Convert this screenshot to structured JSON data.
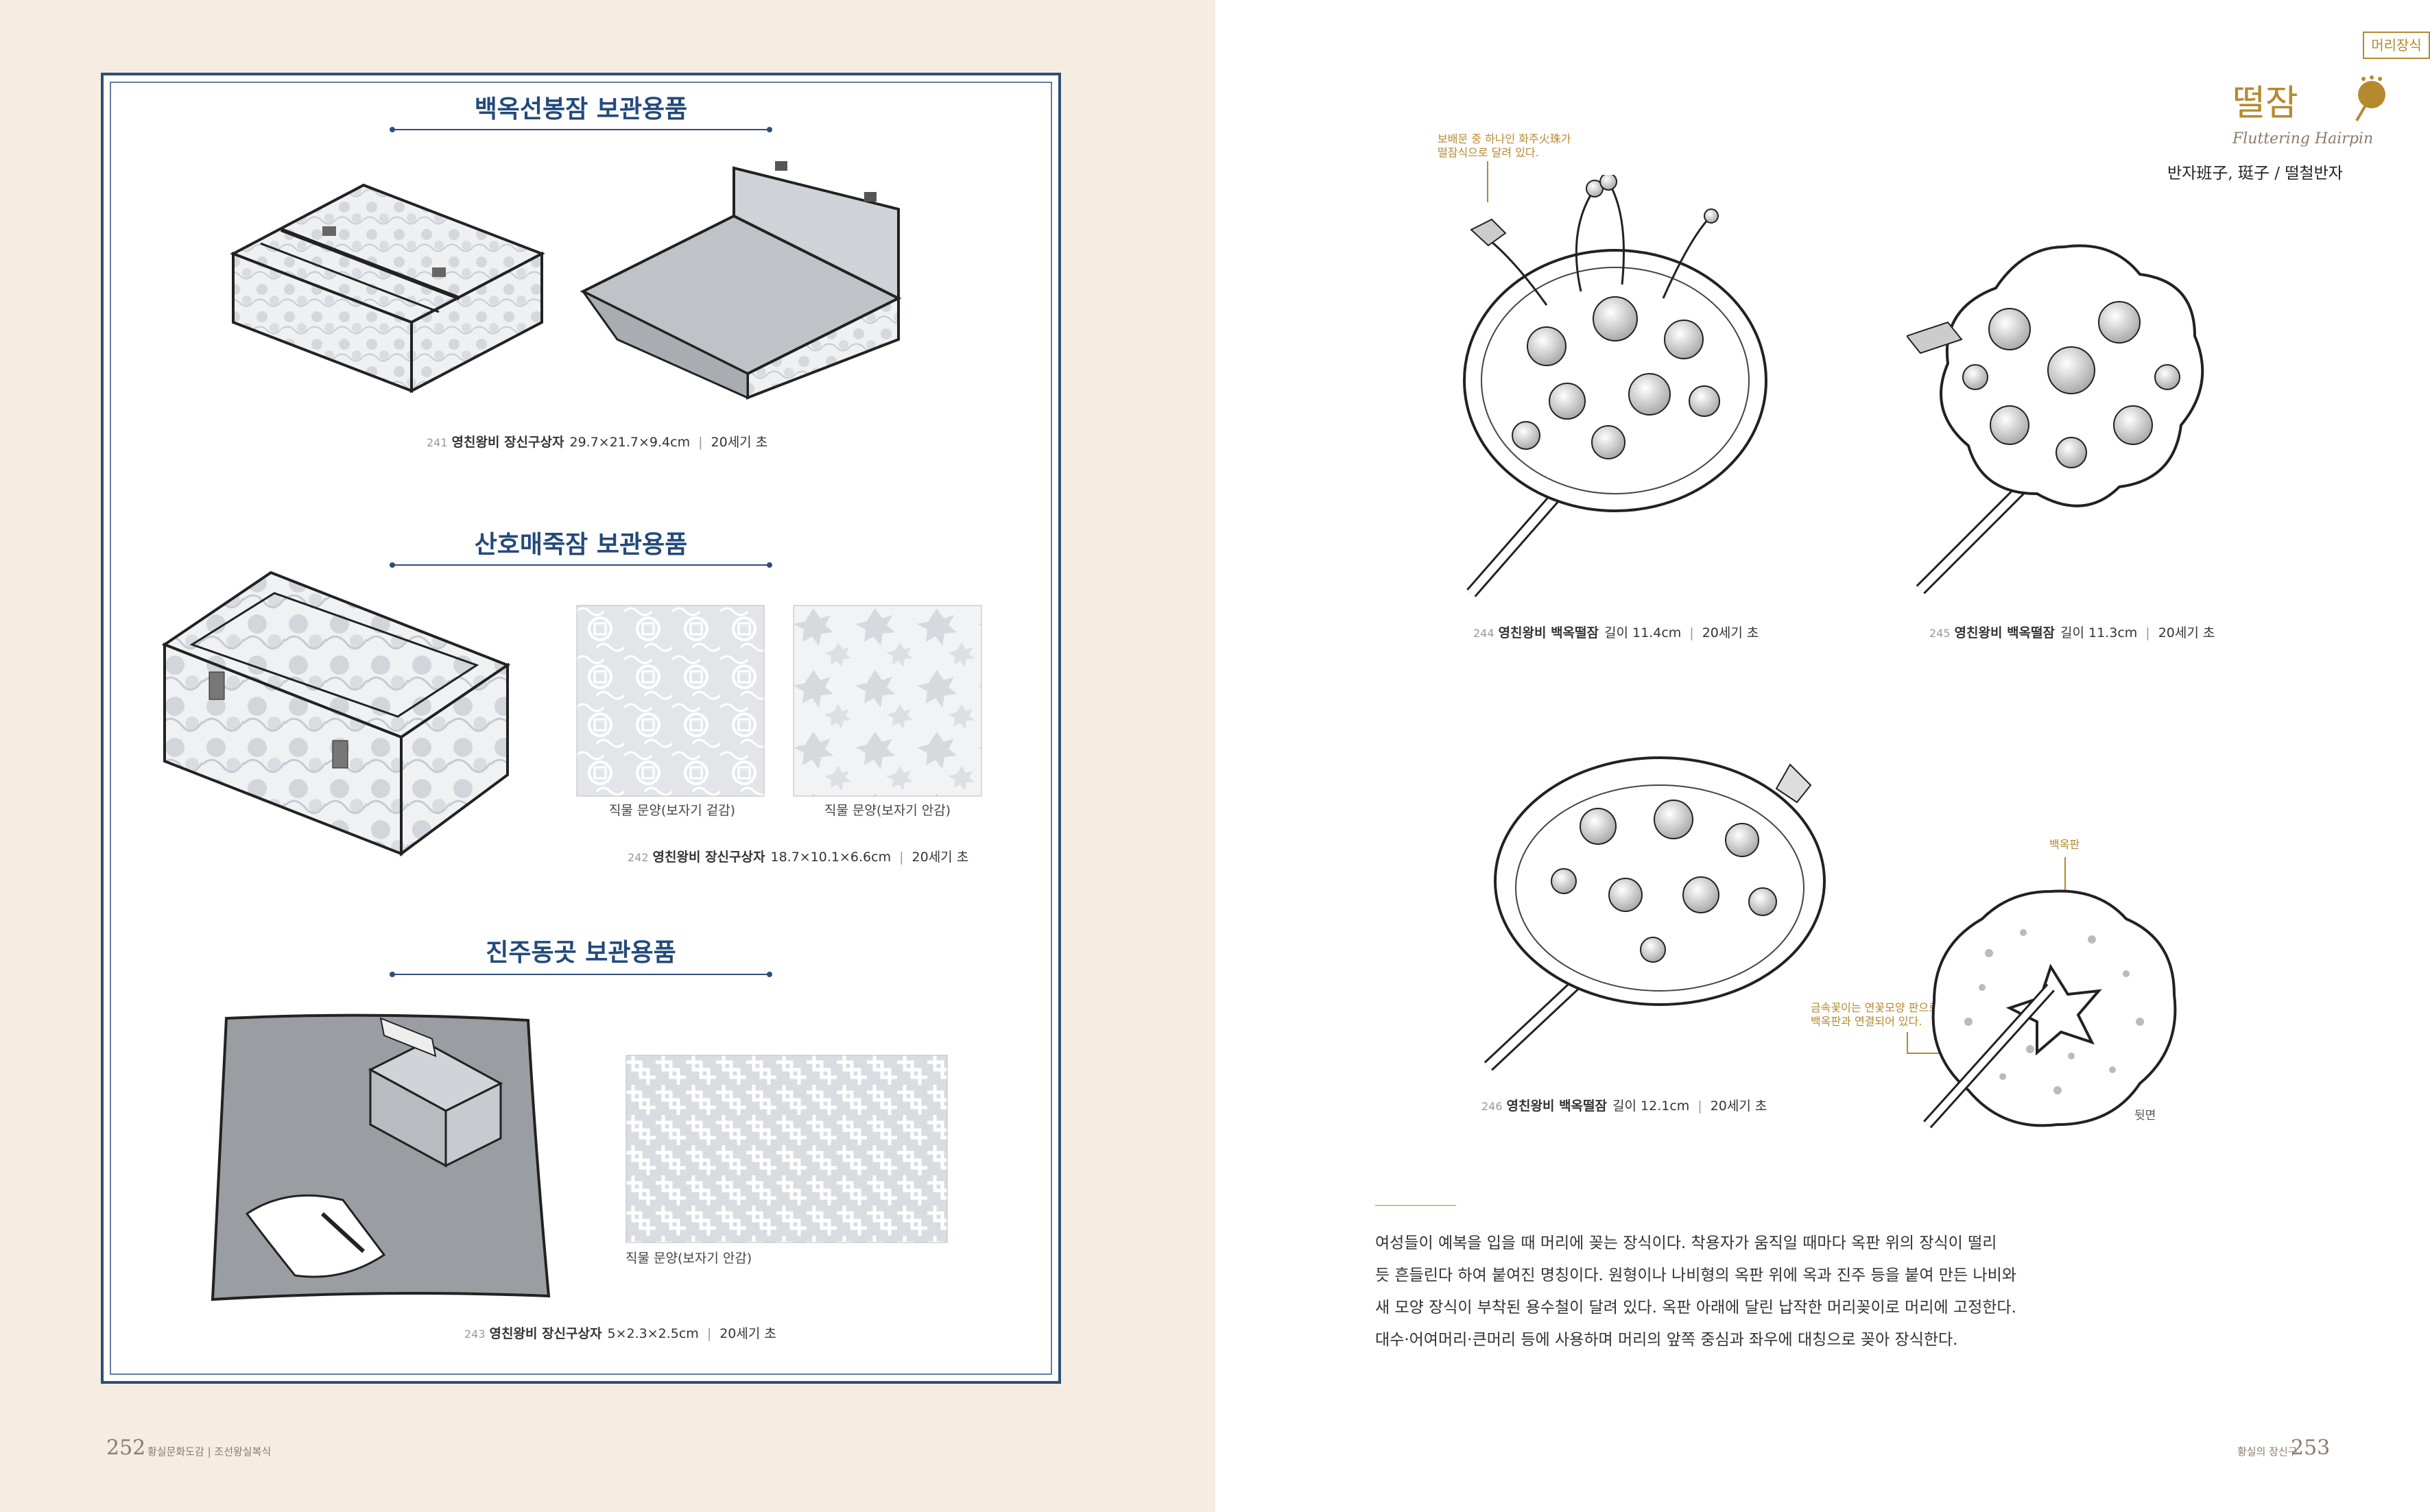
{
  "left": {
    "sections": [
      {
        "title": "백옥선봉잠 보관용품",
        "caption": {
          "num": "241",
          "name": "영친왕비 장신구상자",
          "size": "29.7×21.7×9.4cm",
          "era": "20세기 초"
        }
      },
      {
        "title": "산호매죽잠 보관용품",
        "swatch_labels": [
          "직물 문양(보자기 겉감)",
          "직물 문양(보자기 안감)"
        ],
        "caption": {
          "num": "242",
          "name": "영친왕비 장신구상자",
          "size": "18.7×10.1×6.6cm",
          "era": "20세기 초"
        }
      },
      {
        "title": "진주동곳 보관용품",
        "swatch_labels": [
          "직물 문양(보자기 안감)"
        ],
        "caption": {
          "num": "243",
          "name": "영친왕비 장신구상자",
          "size": "5×2.3×2.5cm",
          "era": "20세기 초"
        }
      }
    ],
    "folio": {
      "num": "252",
      "text": "황실문화도감 | 조선왕실복식"
    }
  },
  "right": {
    "tab": "머리장식",
    "title": "떨잠",
    "english": "Fluttering Hairpin",
    "alt_names": "반자班子, 珽子 / 떨철반자",
    "notes": {
      "top": [
        "보배문 중 하나인 화주火珠가",
        "떨잠식으로 달려 있다."
      ],
      "metal": [
        "금속꽃이는 연꽃모양 판으로",
        "백옥판과 연결되어 있다."
      ],
      "jade": "백옥판",
      "back": "뒷면"
    },
    "captions": [
      {
        "num": "244",
        "name": "영친왕비 백옥떨잠",
        "size": "길이 11.4cm",
        "era": "20세기 초"
      },
      {
        "num": "245",
        "name": "영친왕비 백옥떨잠",
        "size": "길이 11.3cm",
        "era": "20세기 초"
      },
      {
        "num": "246",
        "name": "영친왕비 백옥떨잠",
        "size": "길이 12.1cm",
        "era": "20세기 초"
      }
    ],
    "body": [
      "여성들이 예복을 입을 때 머리에 꽂는 장식이다. 착용자가 움직일 때마다 옥판 위의 장식이 떨리",
      "듯 흔들린다 하여 붙여진 명칭이다. 원형이나 나비형의 옥판 위에 옥과 진주 등을 붙여 만든 나비와",
      "새 모양 장식이 부착된 용수철이 달려 있다. 옥판 아래에 달린 납작한 머리꽂이로 머리에 고정한다.",
      "대수·어여머리·큰머리 등에 사용하며 머리의 앞쪽 중심과 좌우에 대칭으로 꽂아 장식한다."
    ],
    "folio": {
      "num": "253",
      "text": "황실의 장신구"
    }
  }
}
